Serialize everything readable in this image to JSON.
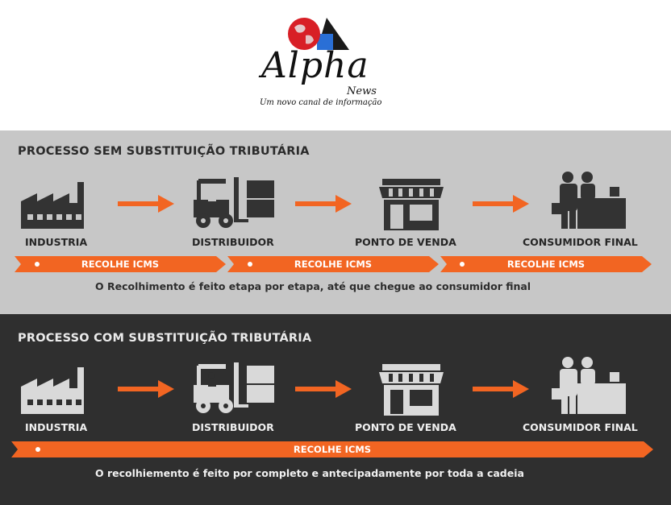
{
  "logo": {
    "brand": "Alpha",
    "sub": "News",
    "tagline": "Um novo canal de informação"
  },
  "colors": {
    "accent": "#f26522",
    "light_bg": "#c7c7c7",
    "dark_bg": "#2f2f2f"
  },
  "without_st": {
    "title": "PROCESSO SEM SUBSTITUIÇÃO TRIBUTÁRIA",
    "stages": [
      "INDUSTRIA",
      "DISTRIBUIDOR",
      "PONTO DE VENDA",
      "CONSUMIDOR FINAL"
    ],
    "icons": [
      "factory-icon",
      "forklift-icon",
      "store-icon",
      "consumer-icon"
    ],
    "bands": [
      "RECOLHE ICMS",
      "RECOLHE ICMS",
      "RECOLHE ICMS"
    ],
    "note": "O Recolhimento é feito etapa por etapa, até que chegue ao consumidor final"
  },
  "with_st": {
    "title": "PROCESSO COM SUBSTITUIÇÃO TRIBUTÁRIA",
    "stages": [
      "INDUSTRIA",
      "DISTRIBUIDOR",
      "PONTO DE VENDA",
      "CONSUMIDOR FINAL"
    ],
    "icons": [
      "factory-icon",
      "forklift-icon",
      "store-icon",
      "consumer-icon"
    ],
    "band": "RECOLHE ICMS",
    "note": "O recolhiemento é feito por completo e antecipadamente por toda a cadeia"
  }
}
